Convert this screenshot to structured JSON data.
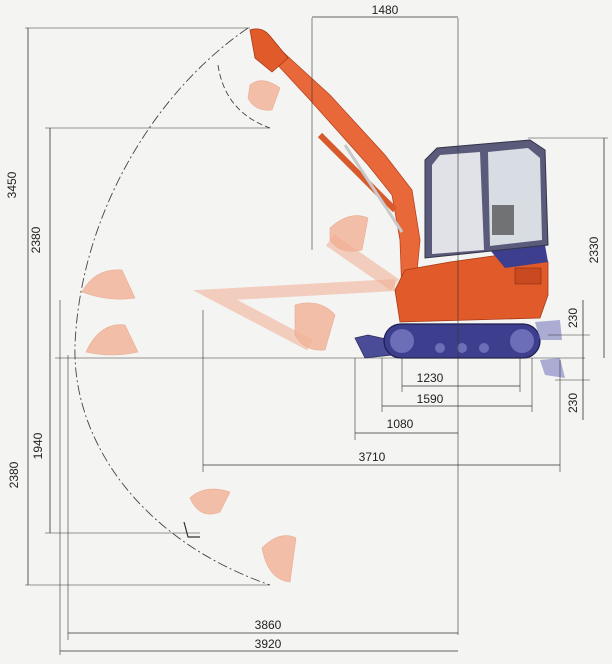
{
  "dimensions": {
    "top_1480": "1480",
    "left_3450": "3450",
    "left_2380_upper": "2380",
    "right_2330": "2330",
    "right_230_upper": "230",
    "right_230_lower": "230",
    "track_1230": "1230",
    "track_1590": "1590",
    "dim_1080": "1080",
    "dim_3710": "3710",
    "left_1940": "1940",
    "left_2380_lower": "2380",
    "bottom_3860": "3860",
    "bottom_3920": "3920"
  },
  "colors": {
    "body_orange": "#e05a2a",
    "arm_orange": "#e8683a",
    "ghost_orange": "#f3b59a",
    "undercarriage_blue": "#3d3f8e",
    "cab_frame": "#5a5a7a",
    "glass": "#eef1f4"
  },
  "icons": {
    "excavator": "excavator-side-view",
    "bucket": "bucket-ghost-icon"
  }
}
